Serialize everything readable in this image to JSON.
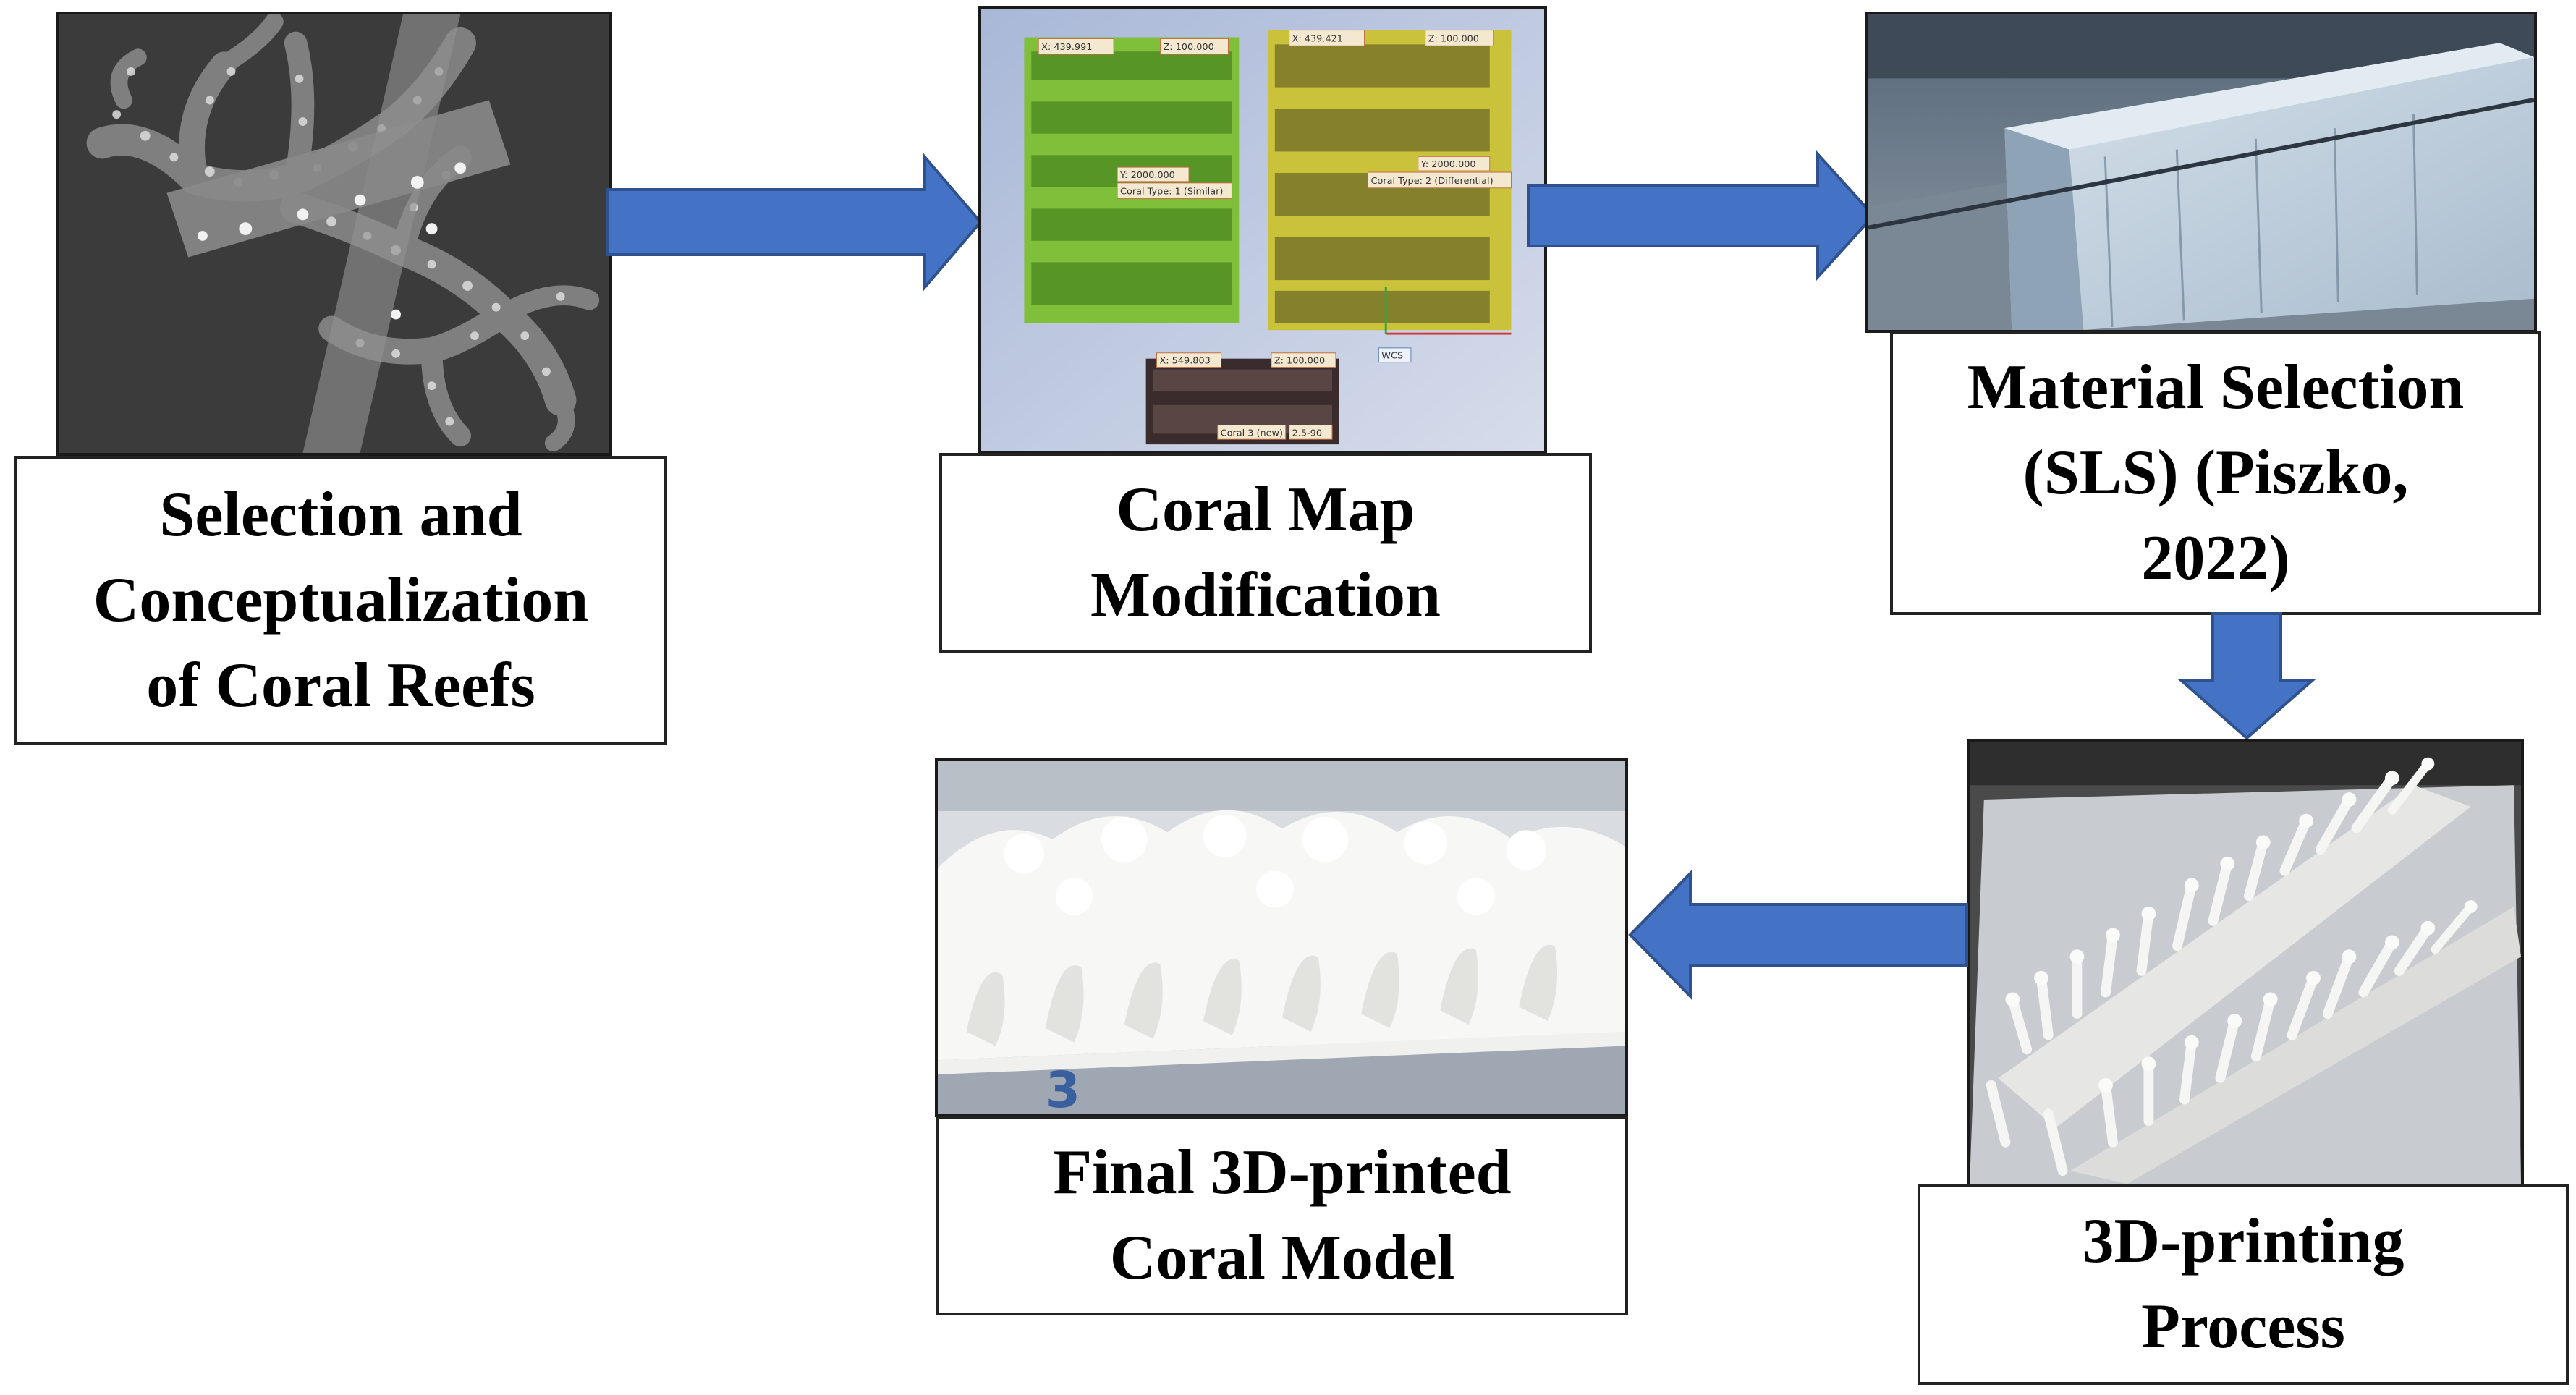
{
  "colors": {
    "arrow_fill": "#4472C4",
    "arrow_stroke": "#2F528F",
    "box_border": "#222222"
  },
  "steps": [
    {
      "id": "selection",
      "label_lines": [
        "Selection and",
        "Conceptualization",
        "of Coral Reefs"
      ],
      "image": "coral-branch-scan-image"
    },
    {
      "id": "map",
      "label_lines": [
        "Coral Map",
        "Modification"
      ],
      "image": "coral-map-screen-image"
    },
    {
      "id": "material",
      "label_lines": [
        "Material Selection",
        "(SLS) (Piszko,",
        "2022)"
      ],
      "image": "sls-powder-bed-image"
    },
    {
      "id": "printing",
      "label_lines": [
        "3D-printing",
        "Process"
      ],
      "image": "printing-tray-image"
    },
    {
      "id": "final",
      "label_lines": [
        "Final 3D-printed",
        "Coral Model"
      ],
      "image": "printed-coral-model-image"
    }
  ],
  "arrows": [
    {
      "from": "selection",
      "to": "map",
      "direction": "right"
    },
    {
      "from": "map",
      "to": "material",
      "direction": "right"
    },
    {
      "from": "material",
      "to": "printing",
      "direction": "down"
    },
    {
      "from": "printing",
      "to": "final",
      "direction": "left"
    }
  ],
  "screen_labels": {
    "x1": "X: 439.991",
    "z1": "Z: 100.000",
    "x2": "X: 439.421",
    "z2": "Z: 100.000",
    "mid1": "Y: 2000.000",
    "type1": "Coral Type: 1 (Similar)",
    "mid2": "Y: 2000.000",
    "type2": "Coral Type: 2 (Differential)",
    "x3": "X: 549.803",
    "z3": "Z: 100.000",
    "type3": "Coral 3 (new)",
    "val3": "2.5-90",
    "wcs": "WCS"
  },
  "tray_label": "3"
}
